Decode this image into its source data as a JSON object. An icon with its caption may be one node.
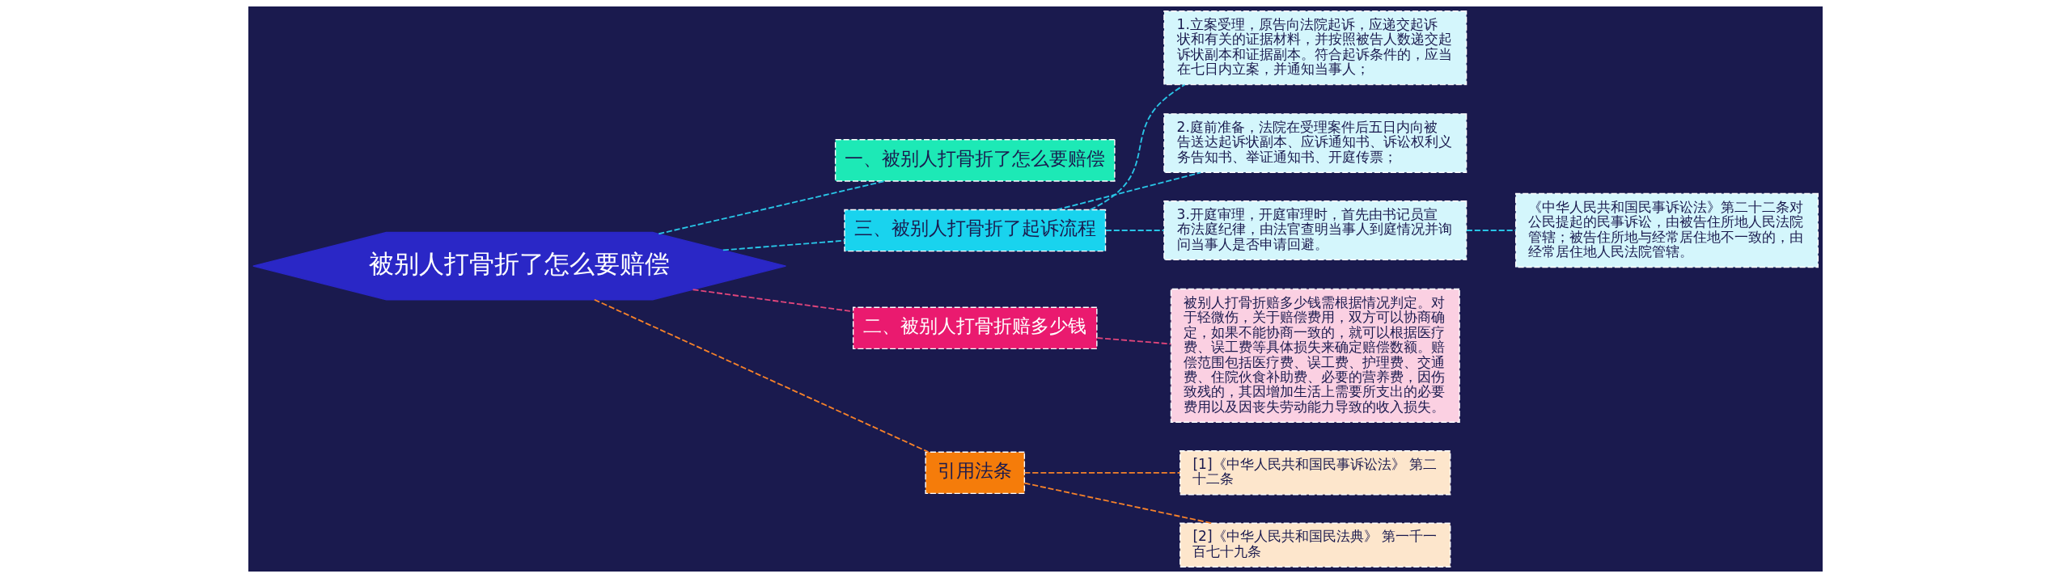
{
  "diagram": {
    "nodes": [
      {
        "text": [
          "被别人打骨折了怎么要赔偿"
        ]
      },
      {
        "text": [
          "一、被别人打骨折了怎么要赔偿"
        ]
      },
      {
        "text": [
          "三、被别人打骨折了起诉流程"
        ]
      },
      {
        "text": [
          "1.立案受理，原告向法院起诉，应递交起诉状和有关的证据材料，并按照被告人数递交起诉状副本和证据副本。符合起诉条件的，应当在七日内立案，并通知当事人；"
        ]
      },
      {
        "text": [
          "2.庭前准备，法院在受理案件后五日内向被告送达起诉状副本、应诉通知书、诉讼权利义务告知书、举证通知书、开庭传票；"
        ]
      },
      {
        "text": [
          "3.开庭审理，开庭审理时，首先由书记员宣布法庭纪律，由法官查明当事人到庭情况并询问当事人是否申请回避。"
        ]
      },
      {
        "text": [
          "《中华人民共和国民事诉讼法》第二十二条对公民提起的民事诉讼，由被告住所地人民法院管辖；被告住所地与经常居住地不一致的，由经常居住地人民法院管辖。"
        ]
      },
      {
        "text": [
          "二、被别人打骨折赔多少钱"
        ]
      },
      {
        "text": [
          "被别人打骨折赔多少钱需根据情况判定。对于轻微伤，关于赔偿费用，双方可以协商确定，如果不能协商一致的，就可以根据医疗费、误工费等具体损失来确定赔偿数额。赔偿范围包括医疗费、误工费、护理费、交通费、住院伙食补助费、必要的营养费，因伤致残的，其因增加生活上需要所支出的必要费用以及因丧失劳动能力导致的收入损失。"
        ]
      },
      {
        "text": [
          "引用法条"
        ]
      },
      {
        "text": [
          "[1]《中华人民共和国民事诉讼法》 第二十二条"
        ]
      },
      {
        "text": [
          "[2]《中华人民共和国民法典》 第一千一百七十九条"
        ]
      }
    ],
    "edges": [
      {
        "from": 0,
        "to": 1,
        "arrow": "none",
        "style": "dashed"
      },
      {
        "from": 0,
        "to": 2,
        "arrow": "none",
        "style": "dashed"
      },
      {
        "from": 2,
        "to": 3,
        "arrow": "none",
        "style": "dashed"
      },
      {
        "from": 2,
        "to": 4,
        "arrow": "none",
        "style": "dashed"
      },
      {
        "from": 2,
        "to": 5,
        "arrow": "none",
        "style": "dashed"
      },
      {
        "from": 5,
        "to": 6,
        "arrow": "none",
        "style": "dashed"
      },
      {
        "from": 0,
        "to": 7,
        "arrow": "none",
        "style": "dashed",
        "color": "#e0457b"
      },
      {
        "from": 7,
        "to": 8,
        "arrow": "none",
        "style": "dashed",
        "color": "#e0457b"
      },
      {
        "from": 0,
        "to": 9,
        "arrow": "none",
        "style": "dashed",
        "color": "#f5812a"
      },
      {
        "from": 9,
        "to": 10,
        "arrow": "none",
        "style": "dashed",
        "color": "#f5812a"
      },
      {
        "from": 9,
        "to": 11,
        "arrow": "none",
        "style": "dashed",
        "color": "#f5812a"
      }
    ]
  }
}
